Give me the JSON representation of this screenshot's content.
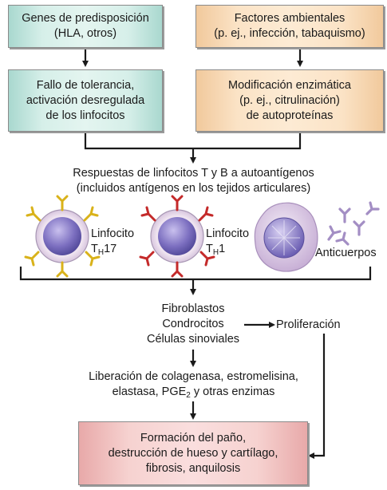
{
  "boxes": {
    "genes": [
      "Genes de predisposición",
      "(HLA, otros)"
    ],
    "ambientales": [
      "Factores ambientales",
      "(p. ej., infección, tabaquismo)"
    ],
    "fallo": [
      "Fallo de tolerancia,",
      "activación desregulada",
      "de los linfocitos"
    ],
    "modificacion": [
      "Modificación enzimática",
      "(p. ej., citrulinación)",
      "de autoproteínas"
    ],
    "formacion": [
      "Formación del paño,",
      "destrucción de hueso y cartílago,",
      "fibrosis, anquilosis"
    ]
  },
  "respuestas": [
    "Respuestas de linfocitos T y B a autoantígenos",
    "(incluidos antígenos en los tejidos articulares)"
  ],
  "cells": {
    "th17": {
      "line1": "Linfocito",
      "prefix": "T",
      "sub": "H",
      "suffix": "17"
    },
    "th1": {
      "line1": "Linfocito",
      "prefix": "T",
      "sub": "H",
      "suffix": "1"
    },
    "anticuerpos": "Anticuerpos"
  },
  "cell_types": [
    "Fibroblastos",
    "Condrocitos",
    "Células sinoviales"
  ],
  "proliferacion": "Proliferación",
  "liberacion": {
    "line1": "Liberación de colagenasa, estromelisina,",
    "prefix": "elastasa, PGE",
    "sub": "2",
    "suffix": " y otras enzimas"
  },
  "colors": {
    "green_box": "#d6efe9",
    "orange_box": "#fbe3c6",
    "pink_box": "#f6d2d0",
    "cell_purple": "#7c6fc0",
    "receptor_yellow": "#d9b21a",
    "receptor_red": "#c42a2a",
    "antibody_lavender": "#a38ec4"
  }
}
